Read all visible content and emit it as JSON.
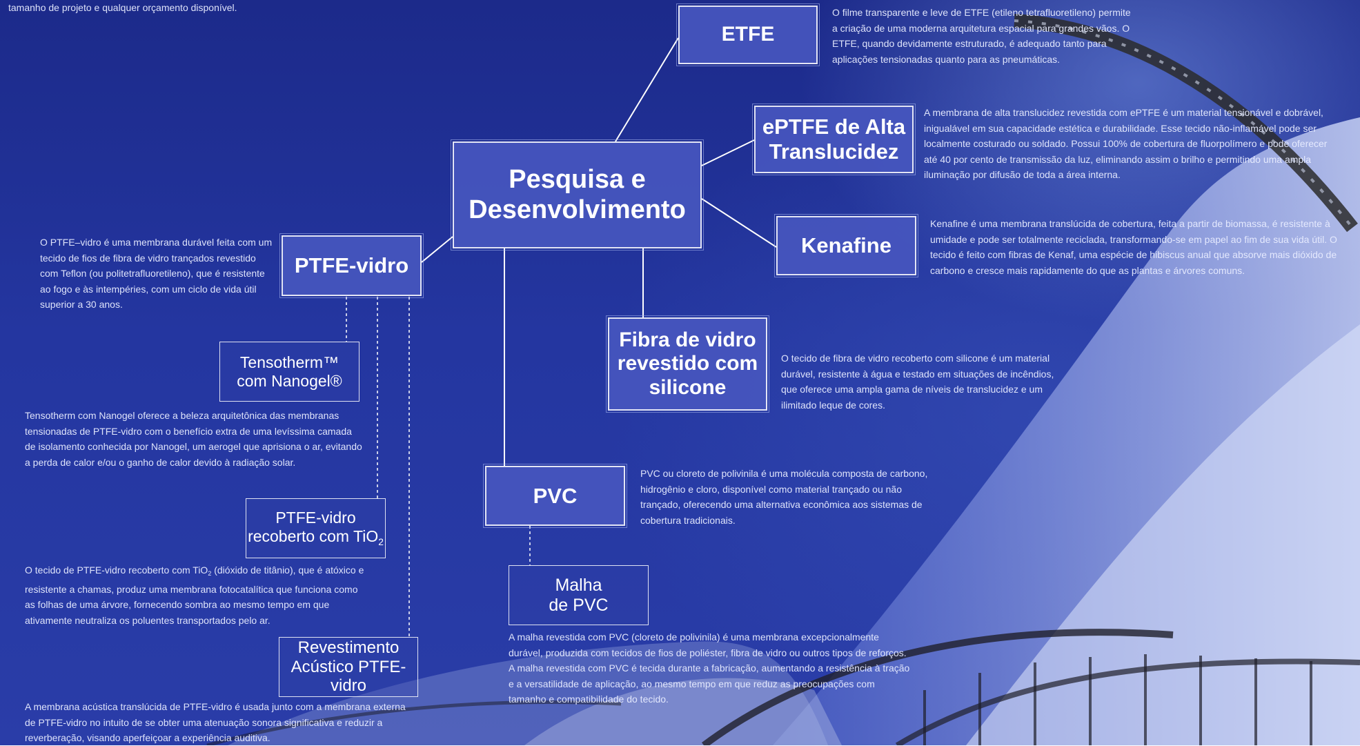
{
  "top_text": "tamanho de projeto e qualquer orçamento disponível.",
  "center": {
    "line1": "Pesquisa e",
    "line2": "Desenvolvimento"
  },
  "nodes": {
    "etfe": {
      "title": "ETFE",
      "desc": "O filme transparente e leve de ETFE (etileno tetrafluoretileno) permite a criação de uma moderna arquitetura espacial para grandes vãos. O ETFE, quando devidamente estruturado, é adequado tanto para aplicações tensionadas quanto para as pneumáticas."
    },
    "eptfe": {
      "line1": "ePTFE de Alta",
      "line2": "Translucidez",
      "desc": "A membrana de alta translucidez revestida com ePTFE é um material tensionável e dobrável, inigualável em sua capacidade estética e durabilidade. Esse tecido não-inflamável pode ser localmente costurado ou soldado. Possui 100% de cobertura de fluorpolímero e pode oferecer até 40 por cento de transmissão da luz, eliminando assim o brilho e permitindo uma ampla iluminação por difusão de toda a área interna."
    },
    "kenafine": {
      "title": "Kenafine",
      "desc": "Kenafine é uma membrana translúcida de cobertura, feita a partir de biomassa, é resistente à umidade e pode ser totalmente reciclada, transformando-se em papel ao fim de sua vida útil. O tecido é feito com fibras de Kenaf, uma espécie de hibiscus anual que absorve mais dióxido de carbono e cresce mais rapidamente do que as plantas e árvores comuns."
    },
    "fibra": {
      "line1": "Fibra de vidro",
      "line2": "revestido com",
      "line3": "silicone",
      "desc": "O tecido de fibra de vidro recoberto com silicone é um material durável, resistente à água e testado em situações de incêndios, que oferece uma ampla gama de níveis de translucidez e um ilimitado leque de cores."
    },
    "pvc": {
      "title": "PVC",
      "desc": "PVC ou cloreto de polivinila é uma molécula composta de carbono, hidrogênio e cloro, disponível como material trançado ou não trançado, oferecendo uma alternativa econômica aos sistemas de cobertura tradicionais."
    },
    "malha": {
      "line1": "Malha",
      "line2": "de PVC",
      "desc": "A malha revestida com PVC (cloreto de polivinila) é uma membrana excepcionalmente durável, produzida com tecidos de fios de poliéster, fibra de vidro ou outros tipos de reforços. A malha revestida com PVC é tecida durante a fabricação, aumentando a resistência à tração e a versatilidade de aplicação, ao mesmo tempo em que reduz as preocupações com tamanho e compatibilidade do tecido."
    },
    "ptfe": {
      "title": "PTFE-vidro",
      "desc": "O PTFE–vidro é uma membrana durável feita com um tecido de fios de fibra de vidro trançados revestido com Teflon (ou politetrafluoretileno), que é resistente ao fogo e às intempéries, com um ciclo de vida útil superior a 30 anos."
    },
    "tensotherm": {
      "line1": "Tensotherm™",
      "line2": "com Nanogel®",
      "desc": "Tensotherm com Nanogel oferece a beleza arquitetônica das membranas tensionadas de PTFE-vidro com o benefício extra de uma levíssima camada de isolamento conhecida por Nanogel, um aerogel que aprisiona o ar, evitando a perda de calor e/ou o ganho de calor devido à radiação solar."
    },
    "tio2": {
      "line1": "PTFE-vidro",
      "line2_main": "recoberto com TiO",
      "line2_sub": "2",
      "desc_pre": "O tecido de PTFE-vidro recoberto com TiO",
      "desc_sub": "2",
      "desc_post": " (dióxido de titânio), que é atóxico e resistente a chamas, produz uma membrana fotocatalítica que funciona como as folhas de uma árvore, fornecendo sombra ao mesmo tempo em que ativamente neutraliza os poluentes transportados pelo ar."
    },
    "acustico": {
      "line1": "Revestimento",
      "line2": "Acústico PTFE-vidro",
      "desc": "A membrana acústica translúcida de PTFE-vidro é usada junto com a membrana externa de PTFE-vidro no intuito de se obter uma atenuação sonora significativa e reduzir a reverberação, visando aperfeiçoar a experiência auditiva."
    }
  }
}
